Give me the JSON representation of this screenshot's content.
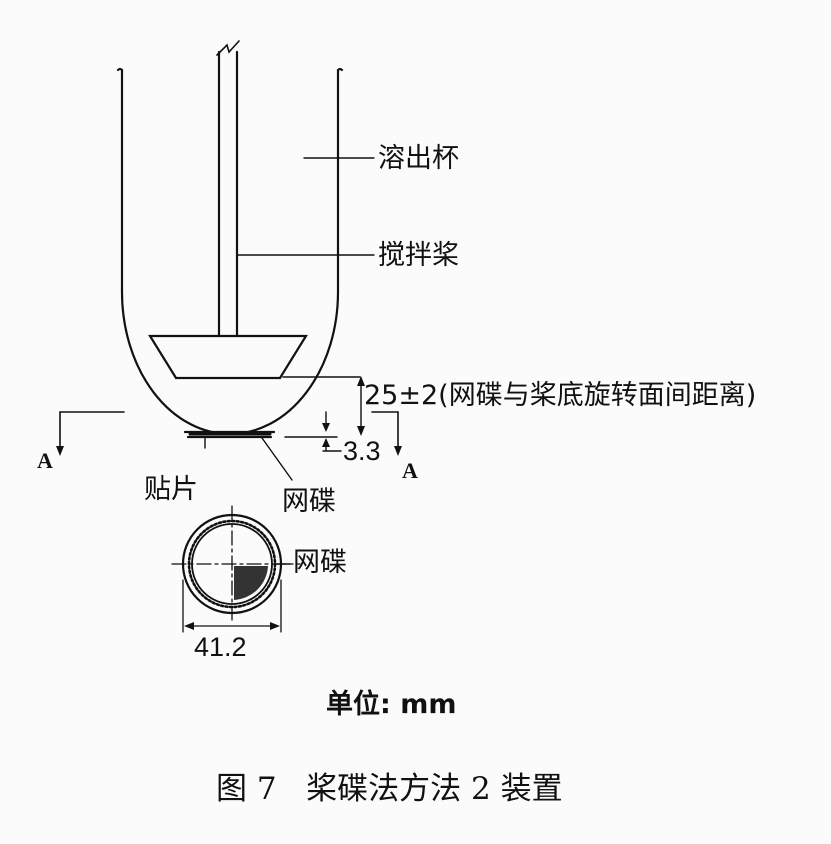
{
  "labels": {
    "vessel": "溶出杯",
    "paddle": "搅拌桨",
    "distance": "25±2(网碟与桨底旋转面间距离)",
    "disk_height": "3.3",
    "section_a_left": "A",
    "section_a_right": "A",
    "patch": "贴片",
    "disk_side": "网碟",
    "disk_plan": "网碟",
    "diameter": "41.2"
  },
  "unit_note": "单位: mm",
  "caption": "图 7   桨碟法方法 2 装置"
}
